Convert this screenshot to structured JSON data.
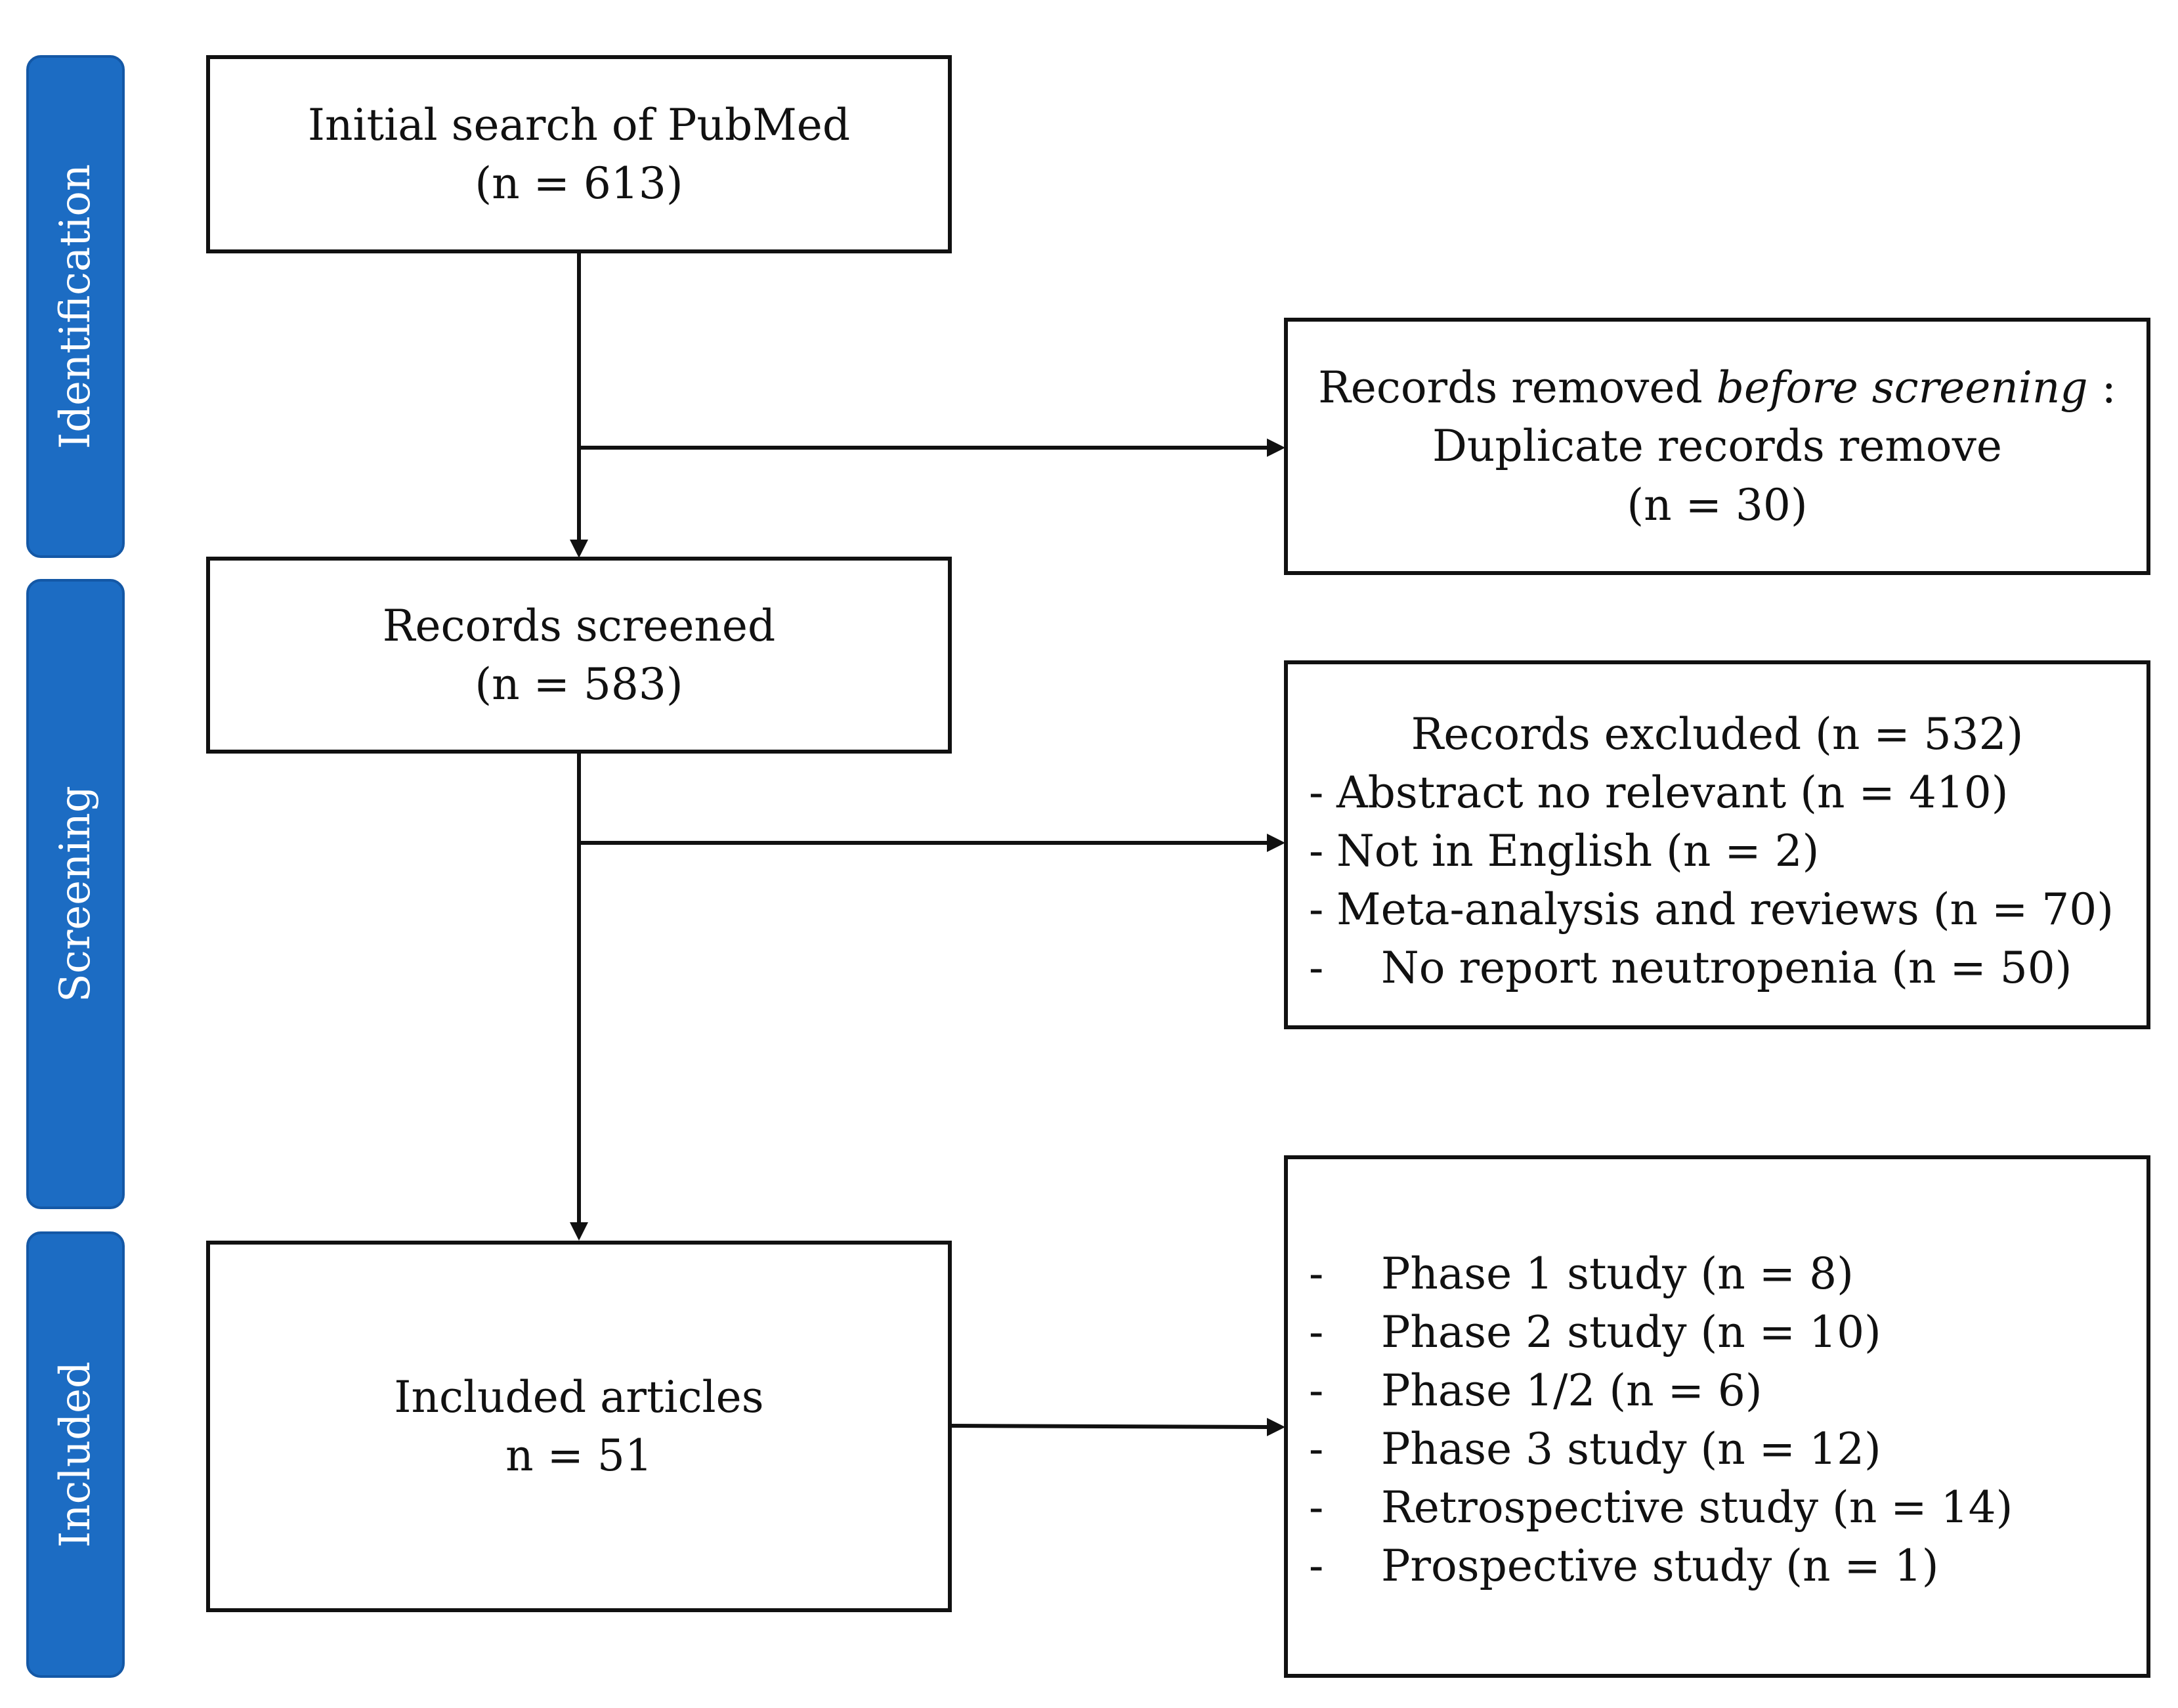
{
  "stages": {
    "identification": "Identification",
    "screening": "Screening",
    "included": "Included"
  },
  "initial_search": {
    "title": "Initial search of PubMed",
    "count": "(n = 613)"
  },
  "removed": {
    "line1_prefix": "Records removed ",
    "line1_italic": "before screening",
    "line1_suffix": " :",
    "line2": "Duplicate records remove",
    "count": "(n = 30)"
  },
  "screened": {
    "title": "Records screened",
    "count": "(n = 583)"
  },
  "excluded": {
    "title": "Records excluded (n = 532)",
    "items": [
      "Abstract no relevant (n = 410)",
      "Not in English (n = 2)",
      "Meta-analysis and reviews (n = 70)",
      "No report neutropenia (n = 50)"
    ]
  },
  "included": {
    "title": "Included articles",
    "count": "n = 51"
  },
  "study_types": {
    "items": [
      "Phase 1 study (n = 8)",
      "Phase 2 study (n = 10)",
      "Phase 1/2 (n = 6)",
      "Phase 3 study (n = 12)",
      "Retrospective study (n = 14)",
      "Prospective study (n = 1)"
    ]
  },
  "bullet": "-",
  "colors": {
    "stage_fill": "#1c6cc3",
    "stage_border": "#1458a6",
    "stroke": "#111111"
  }
}
